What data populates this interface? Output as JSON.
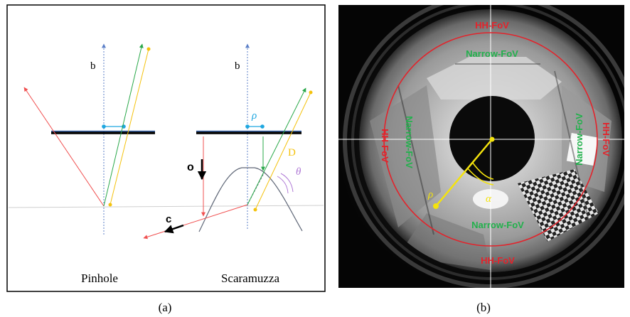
{
  "panel_a": {
    "pinhole": {
      "title": "Pinhole",
      "axis_label": "b"
    },
    "scaramuzza": {
      "title": "Scaramuzza",
      "axis_label": "b",
      "rho_label": "ρ",
      "o_label": "o",
      "c_label": "c",
      "d_label": "D",
      "theta_label": "θ"
    },
    "caption": "(a)"
  },
  "panel_b": {
    "hh_fov_top": "HH-FoV",
    "hh_fov_bottom": "HH-FoV",
    "hh_fov_left": "HH-FoV",
    "hh_fov_right": "HH-FoV",
    "narrow_fov_top": "Narrow-FoV",
    "narrow_fov_bottom": "Narrow-FoV",
    "narrow_fov_left": "Narrow-FoV",
    "narrow_fov_right": "Narrow-FoV",
    "rho_label": "ρ",
    "alpha_label": "α",
    "caption": "(b)"
  },
  "colors": {
    "red": "#f05050",
    "green": "#2aa84a",
    "yellow": "#f4c20d",
    "blue_axis": "#5b7fc7",
    "cyan": "#1ea7e0",
    "purple": "#b07ad6",
    "fov_red": "#e3232b",
    "fov_green": "#22b14c"
  }
}
